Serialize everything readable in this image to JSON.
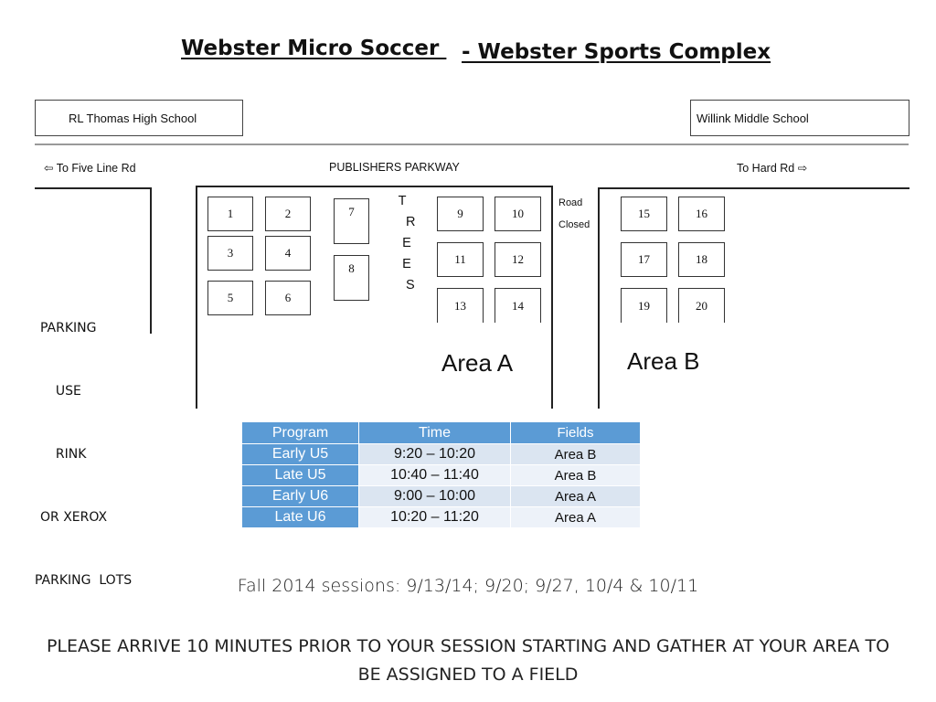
{
  "title": {
    "left": "Webster Micro Soccer ",
    "right": "- Webster Sports Complex"
  },
  "schools": {
    "left": "RL Thomas High School",
    "right": "Willink Middle School"
  },
  "road": {
    "left": "⇦ To Five Line Rd",
    "center": "PUBLISHERS PARKWAY",
    "right": "To Hard Rd ⇨"
  },
  "road_closed": [
    "Road",
    "Closed"
  ],
  "fields": [
    "1",
    "2",
    "3",
    "4",
    "5",
    "6",
    "7",
    "8",
    "9",
    "10",
    "11",
    "12",
    "13",
    "14",
    "15",
    "16",
    "17",
    "18",
    "19",
    "20"
  ],
  "trees": [
    "T",
    "R",
    "E",
    "E",
    "S"
  ],
  "parking": [
    "PARKING",
    "  USE",
    "  RINK",
    "OR XEROX",
    "PARKING  LOTS"
  ],
  "areas": {
    "a": "Area A",
    "b": "Area B"
  },
  "schedule": {
    "headers": [
      "Program",
      "Time",
      "Fields"
    ],
    "rows": [
      [
        "Early U5",
        "9:20 – 10:20",
        "Area B"
      ],
      [
        "Late U5",
        "10:40 – 11:40",
        "Area B"
      ],
      [
        "Early U6",
        "9:00 – 10:00",
        "Area A"
      ],
      [
        "Late U6",
        "10:20 – 11:20",
        "Area A"
      ]
    ]
  },
  "sessions": "Fall 2014 sessions: 9/13/14; 9/20; 9/27, 10/4 & 10/11",
  "notice": "PLEASE ARRIVE 10 MINUTES PRIOR TO YOUR SESSION STARTING AND GATHER AT YOUR AREA TO BE ASSIGNED TO A FIELD"
}
